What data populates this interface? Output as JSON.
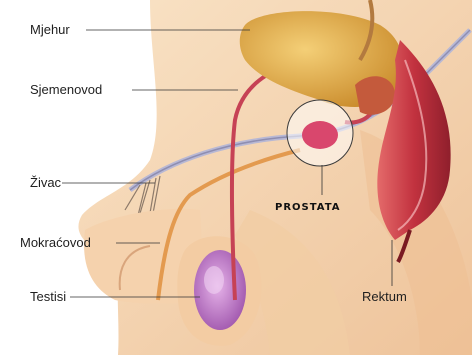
{
  "labels": {
    "mjehur": "Mjehur",
    "sjemenovod": "Sjemenovod",
    "zivac": "Živac",
    "mokracovod": "Mokraćovod",
    "testisi": "Testisi",
    "prostata": "PROSTATA",
    "rektum": "Rektum"
  },
  "colors": {
    "skin": "#f7d9b7",
    "skin_shade": "#e8b98d",
    "bladder": "#e9b248",
    "vas_deferens": "#c94a5a",
    "rectum": "#c63a45",
    "nerve": "#a9a9c6",
    "prostate": "#d8456a",
    "testis": "#b46bc0"
  }
}
